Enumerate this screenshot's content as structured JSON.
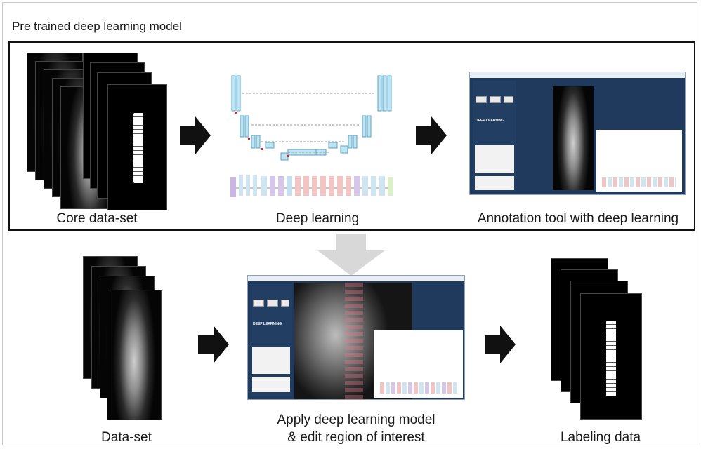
{
  "title": "Pre trained deep learning model",
  "captions": {
    "core_dataset": "Core data-set",
    "deep_learning": "Deep learning",
    "annotation_tool": "Annotation tool with deep learning",
    "dataset": "Data-set",
    "apply_line1": "Apply deep learning model",
    "apply_line2": "& edit region of interest",
    "labeling": "Labeling data"
  },
  "tool": {
    "deep_learning_label": "DEEP LEARNING"
  },
  "colors": {
    "arrow": "#111111",
    "frame": "#111111",
    "flow_arrow": "#d8d8d8",
    "tool_bg": "#1f3a5c"
  }
}
